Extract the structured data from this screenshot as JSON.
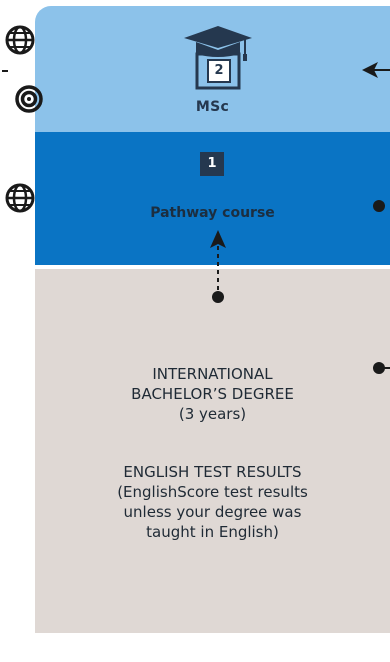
{
  "steps": {
    "msc": {
      "badge": "2",
      "label": "MSc"
    },
    "pathway": {
      "badge": "1",
      "label": "Pathway course"
    }
  },
  "requirements": {
    "degree_lines": [
      "INTERNATIONAL",
      "BACHELOR’S DEGREE",
      "(3 years)"
    ],
    "english_lines": [
      "ENGLISH TEST RESULTS",
      "(EnglishScore test results",
      "unless your degree was",
      "taught in English)"
    ]
  },
  "icons": [
    "globe-icon",
    "target-icon",
    "graduation-cap-icon"
  ],
  "colors": {
    "msc_bg": "#8cc2ea",
    "pathway_bg": "#0a74c4",
    "requirements_bg": "#dfd8d4",
    "dark": "#25384f"
  }
}
